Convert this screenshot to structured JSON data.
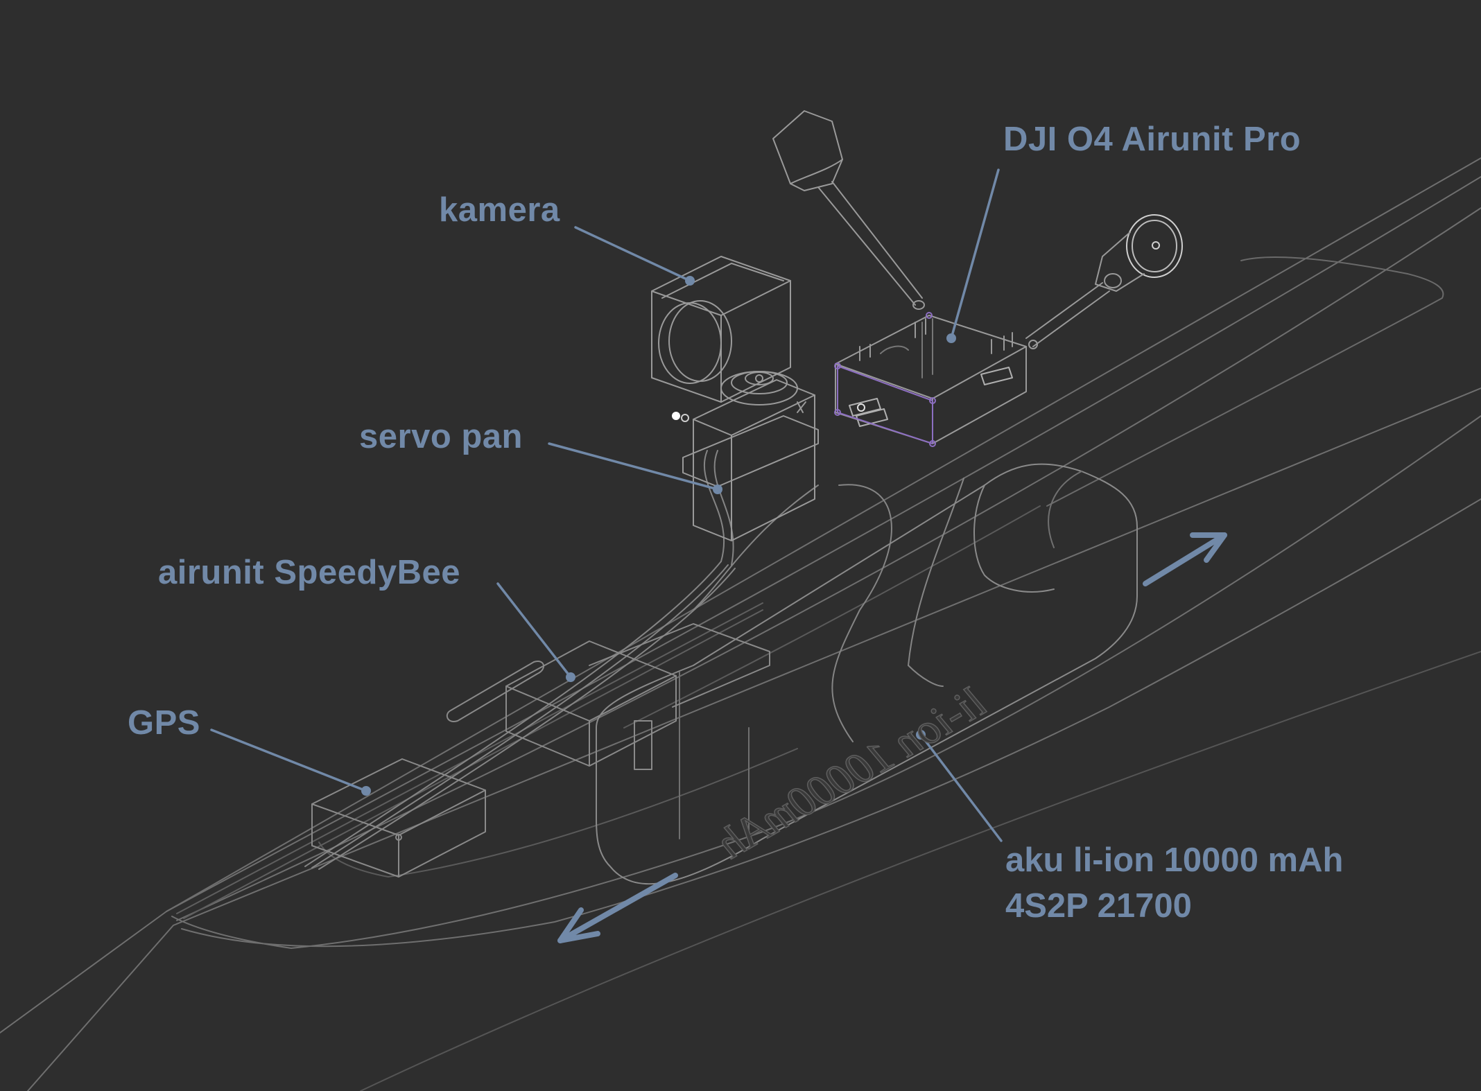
{
  "labels": {
    "dji": "DJI O4 Airunit Pro",
    "kamera": "kamera",
    "servo": "servo pan",
    "speedybee": "airunit SpeedyBee",
    "gps": "GPS",
    "battery_line1": "aku li-ion 10000 mAh",
    "battery_line2": "4S2P 21700"
  },
  "battery_engraving": "li-ion 10000mAh",
  "colors": {
    "background": "#2e2e2e",
    "label": "#7189a8",
    "wireframe": "#8a8a8a",
    "highlight": "#8d6fc2"
  }
}
